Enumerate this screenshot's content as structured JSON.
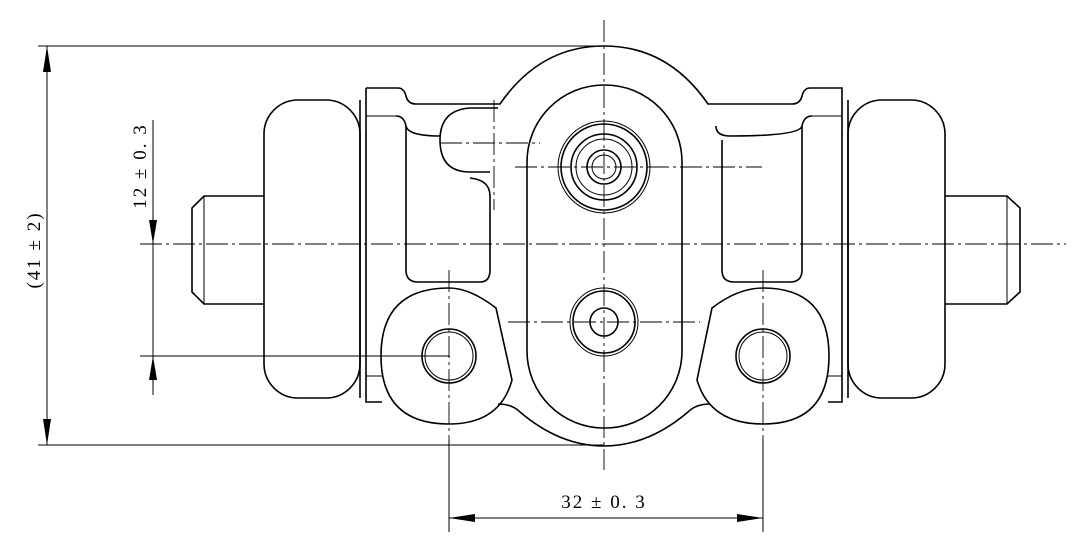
{
  "drawing": {
    "title": "Wheel brake cylinder",
    "dimensions": {
      "overall_height": "(41 ± 2)",
      "port_offset": "12 ± 0. 3",
      "mount_spacing": "32 ± 0. 3"
    }
  }
}
